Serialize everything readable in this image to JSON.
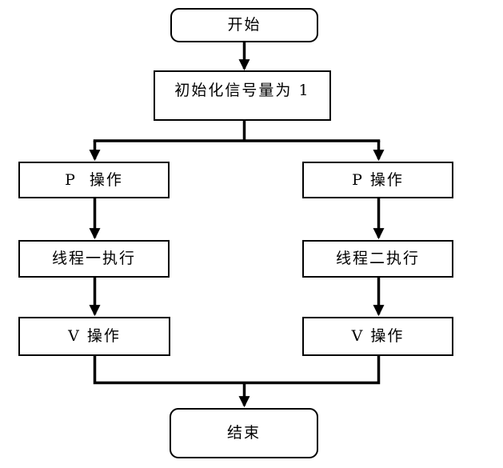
{
  "flowchart": {
    "title": "semaphore-pv-thread-flowchart",
    "colors": {
      "line": "#000000",
      "node_border": "#000000",
      "node_fill": "#ffffff",
      "text": "#000000",
      "background": "#ffffff"
    },
    "nodes": {
      "start": {
        "label": "开始",
        "shape": "rounded"
      },
      "init": {
        "label": "初始化信号量为 1",
        "shape": "rect"
      },
      "p_left": {
        "label": "P  操作",
        "shape": "rect"
      },
      "p_right": {
        "label": "P 操作",
        "shape": "rect"
      },
      "thread_left": {
        "label": "线程一执行",
        "shape": "rect"
      },
      "thread_right": {
        "label": "线程二执行",
        "shape": "rect"
      },
      "v_left": {
        "label": "V 操作",
        "shape": "rect"
      },
      "v_right": {
        "label": "V 操作",
        "shape": "rect"
      },
      "end": {
        "label": "结束",
        "shape": "rounded"
      }
    },
    "edges": [
      {
        "from": "start",
        "to": "init"
      },
      {
        "from": "init",
        "to": "p_left"
      },
      {
        "from": "init",
        "to": "p_right"
      },
      {
        "from": "p_left",
        "to": "thread_left"
      },
      {
        "from": "p_right",
        "to": "thread_right"
      },
      {
        "from": "thread_left",
        "to": "v_left"
      },
      {
        "from": "thread_right",
        "to": "v_right"
      },
      {
        "from": "v_left",
        "to": "end"
      },
      {
        "from": "v_right",
        "to": "end"
      }
    ]
  }
}
